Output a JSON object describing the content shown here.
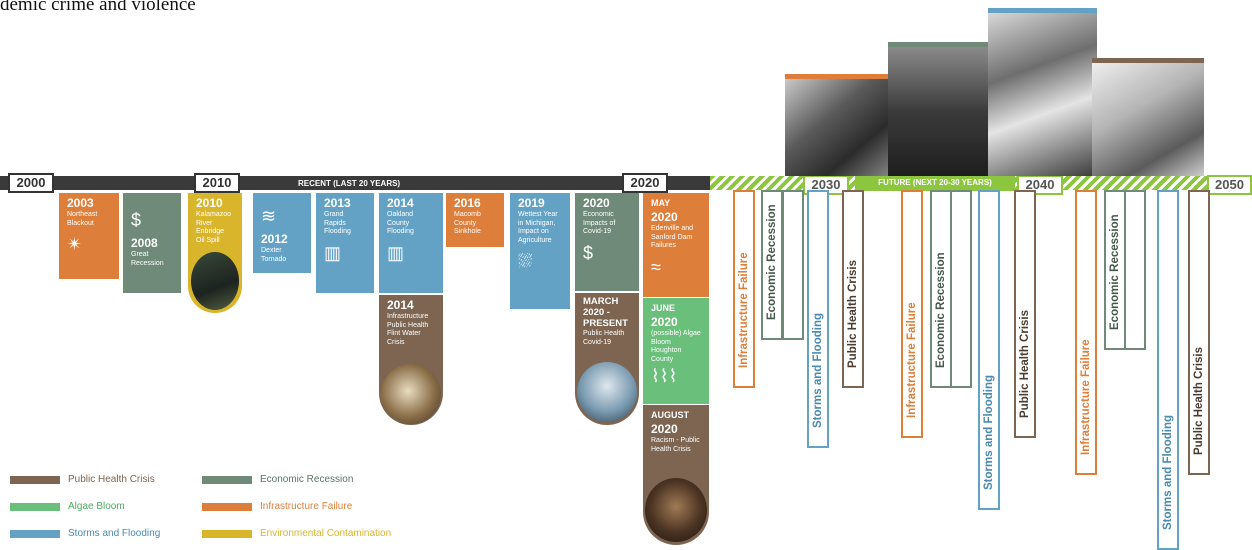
{
  "title": "demic crime and violence",
  "colors": {
    "infrastructure": "#dd7f3a",
    "economic": "#6f8a79",
    "environmental": "#d9b52c",
    "storms": "#63a2c5",
    "health": "#7d6551",
    "algae": "#6abf7b",
    "future_band": "#8cc63f"
  },
  "timeline": {
    "year_2000": "2000",
    "year_2010": "2010",
    "year_2020": "2020",
    "year_2030": "2030",
    "year_2040": "2040",
    "year_2050": "2050",
    "recent_label": "RECENT (LAST 20 YEARS)",
    "future_label": "FUTURE (NEXT 20-30 YEARS)"
  },
  "events": [
    {
      "year": "2003",
      "text": "Northeast Blackout",
      "category": "Infrastructure Failure",
      "icon": "lightbulb-icon"
    },
    {
      "year": "2008",
      "text": "Great Recession",
      "category": "Economic Recession",
      "icon": "dollar-cycle-icon"
    },
    {
      "year": "2010",
      "text": "Kalamazoo River Enbridge Oil Spill",
      "category": "Environmental Contamination",
      "icon": "oil-spill-photo"
    },
    {
      "year": "2012",
      "text": "Dexter Tornado",
      "category": "Storms and Flooding",
      "icon": "tornado-icon"
    },
    {
      "year": "2013",
      "text": "Grand Rapids Flooding",
      "category": "Storms and Flooding",
      "icon": "flood-icon"
    },
    {
      "year": "2014",
      "text": "Oakland County Flooding",
      "category": "Storms and Flooding",
      "icon": "flood-icon"
    },
    {
      "year": "2014",
      "text": "Infrastructure Public Health Flint Water Crisis",
      "category": "Public Health Crisis",
      "icon": "water-photo"
    },
    {
      "year": "2016",
      "text": "Macomb County Sinkhole",
      "category": "Infrastructure Failure",
      "icon": ""
    },
    {
      "year": "2019",
      "text": "Wettest Year in Michigan, Impact on Agriculture",
      "category": "Storms and Flooding",
      "icon": "rain-crop-icon"
    },
    {
      "year": "2020",
      "text": "Economic Impacts of Covid-19",
      "category": "Economic Recession",
      "icon": "dollar-cycle-icon"
    },
    {
      "year": "MARCH 2020 - PRESENT",
      "text": "Public Health Covid-19",
      "category": "Public Health Crisis",
      "icon": "covid-photo"
    },
    {
      "month": "MAY",
      "year": "2020",
      "text": "Edenville and Sanford Dam Failures",
      "category": "Infrastructure Failure",
      "icon": "dam-icon"
    },
    {
      "month": "JUNE",
      "year": "2020",
      "text": "(possible) Algae Bloom Houghton County",
      "category": "Algae Bloom",
      "icon": "algae-icon"
    },
    {
      "month": "AUGUST",
      "year": "2020",
      "text": "Racism - Public Health Crisis",
      "category": "Public Health Crisis",
      "icon": "fist-photo"
    }
  ],
  "future": [
    "Infrastructure Failure",
    "Economic Recession",
    "Storms and Flooding",
    "Public Health Crisis"
  ],
  "legend": [
    {
      "label": "Public Health Crisis",
      "color": "#7d6551"
    },
    {
      "label": "Economic Recession",
      "color": "#6f8a79"
    },
    {
      "label": "Algae Bloom",
      "color": "#6abf7b"
    },
    {
      "label": "Infrastructure Failure",
      "color": "#dd7f3a"
    },
    {
      "label": "Storms and Flooding",
      "color": "#63a2c5"
    },
    {
      "label": "Environmental Contamination",
      "color": "#d9b52c"
    }
  ]
}
